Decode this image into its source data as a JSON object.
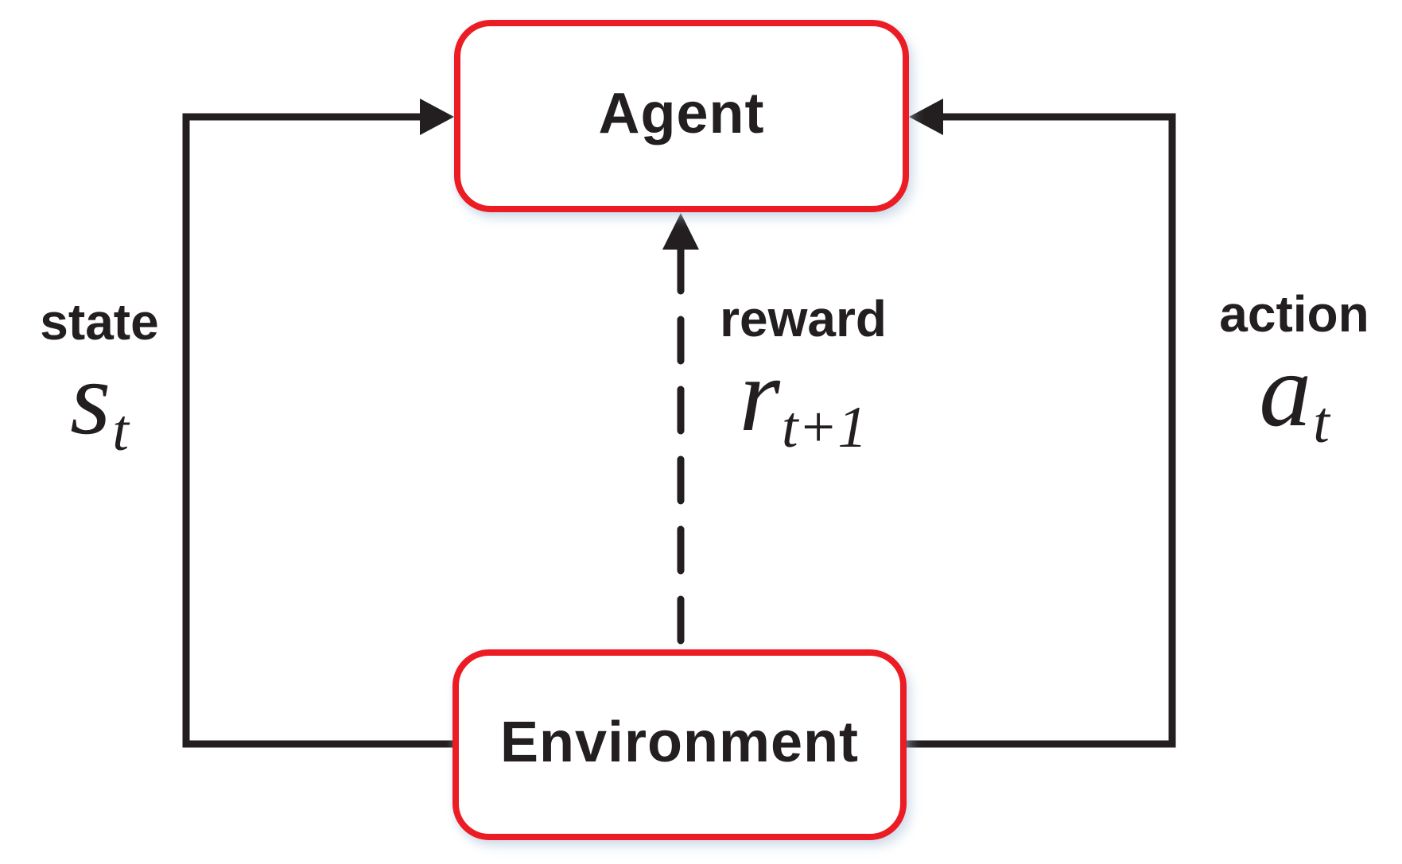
{
  "nodes": {
    "agent": {
      "label": "Agent"
    },
    "environment": {
      "label": "Environment"
    }
  },
  "edges": {
    "state": {
      "label": "state",
      "symbol_base": "s",
      "symbol_sub": "t"
    },
    "reward": {
      "label": "reward",
      "symbol_base": "r",
      "symbol_sub": "t+1"
    },
    "action": {
      "label": "action",
      "symbol_base": "a",
      "symbol_sub": "t"
    }
  },
  "colors": {
    "node_border": "#ec1c24",
    "line": "#231f20",
    "text": "#231f20",
    "background": "#ffffff"
  }
}
